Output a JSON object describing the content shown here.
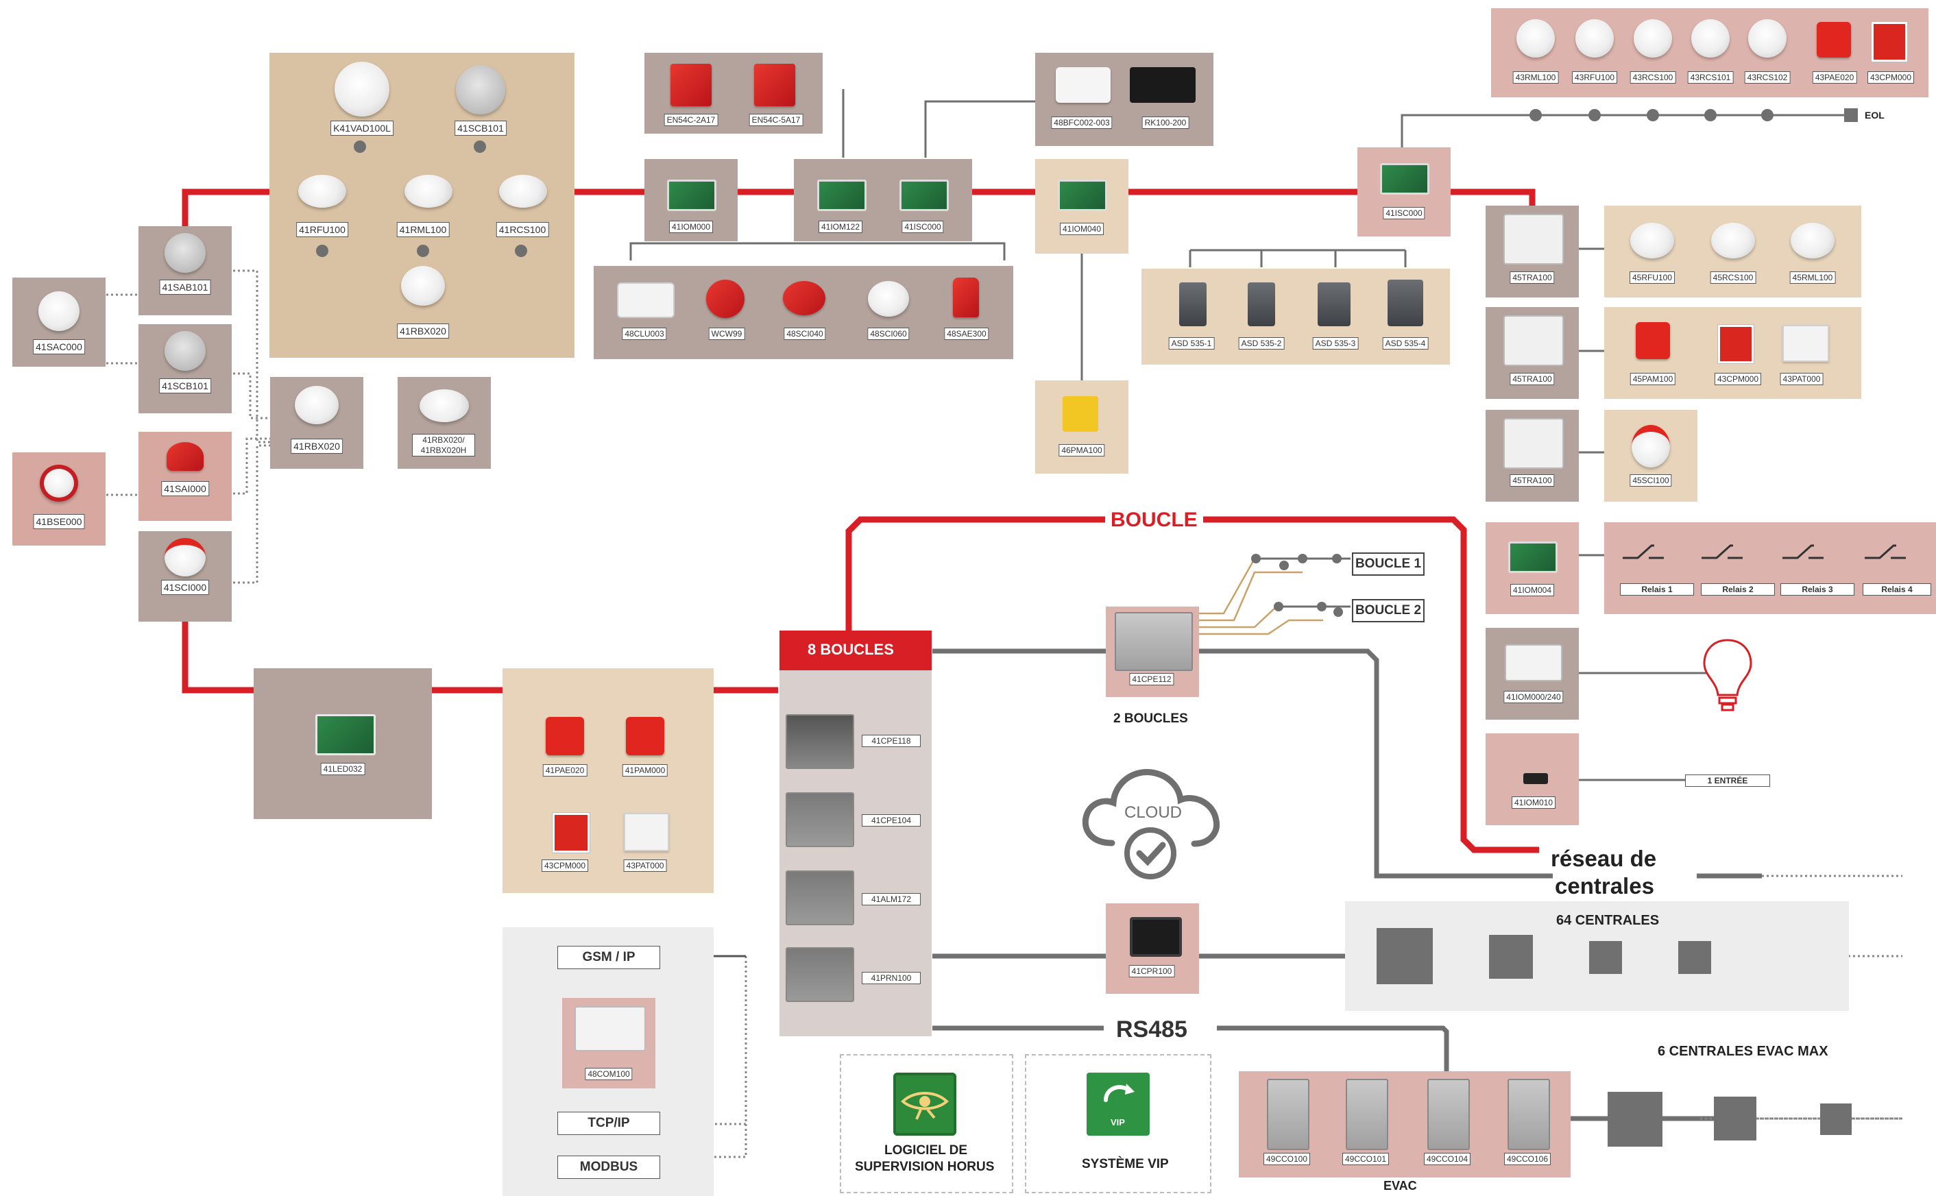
{
  "labels": {
    "k41vad100l": "K41VAD100L",
    "scb101_top": "41SCB101",
    "rfu100": "41RFU100",
    "rml100": "41RML100",
    "rcs100": "41RCS100",
    "rbx020_top": "41RBX020",
    "sab101": "41SAB101",
    "scb101_left": "41SCB101",
    "sac000": "41SAC000",
    "sai000": "41SAI000",
    "bse000": "41BSE000",
    "sci000": "41SCI000",
    "rbx020_mid": "41RBX020",
    "rbx020h_1": "41RBX020/",
    "rbx020h_2": "41RBX020H",
    "en54c2": "EN54C-2A17",
    "en54c5": "EN54C-5A17",
    "iom000_top": "41IOM000",
    "iom122": "41IOM122",
    "isc000_a": "41ISC000",
    "clu003": "48CLU003",
    "wcw99": "WCW99",
    "sci040": "48SCI040",
    "sci060": "48SCI060",
    "sae300": "48SAE300",
    "bfc002": "48BFC002-003",
    "rk100": "RK100-200",
    "iom040": "41IOM040",
    "asd1": "ASD 535-1",
    "asd2": "ASD 535-2",
    "asd3": "ASD 535-3",
    "asd4": "ASD 535-4",
    "pma100": "46PMA100",
    "isc000_b": "41ISC000",
    "r43rml100": "43RML100",
    "r43rfu100": "43RFU100",
    "r43rcs100": "43RCS100",
    "r43rcs101": "43RCS101",
    "r43rcs102": "43RCS102",
    "r43pae020": "43PAE020",
    "r43cpm000": "43CPM000",
    "eol": "EOL",
    "tra100_a": "45TRA100",
    "rfu45": "45RFU100",
    "rcs45": "45RCS100",
    "rml45": "45RML100",
    "tra100_b": "45TRA100",
    "pam45": "45PAM100",
    "cpm43b": "43CPM000",
    "pat43b": "43PAT000",
    "tra100_c": "45TRA100",
    "sci45": "45SCI100",
    "iom004": "41IOM004",
    "relais1": "Relais 1",
    "relais2": "Relais 2",
    "relais3": "Relais 3",
    "relais4": "Relais 4",
    "iom000_240": "41IOM000/240",
    "iom010": "41IOM010",
    "entree": "1 ENTRÉE",
    "boucle1": "BOUCLE 1",
    "boucle2": "BOUCLE 2",
    "cpe112": "41CPE112",
    "led032": "41LED032",
    "pae020": "41PAE020",
    "pam000": "41PAM000",
    "cpm000": "43CPM000",
    "pat000": "43PAT000",
    "cpe118": "41CPE118",
    "cpe104": "41CPE104",
    "alm172": "41ALM172",
    "prn100": "41PRN100",
    "cpr100": "41CPR100",
    "gsmip": "GSM / IP",
    "com100": "48COM100",
    "tcpip": "TCP/IP",
    "modbus": "MODBUS",
    "cco100": "49CCO100",
    "cco101": "49CCO101",
    "cco104": "49CCO104",
    "cco106": "49CCO106"
  },
  "titles": {
    "boucle": "BOUCLE",
    "huit_boucles": "8 BOUCLES",
    "deux_boucles": "2 BOUCLES",
    "cloud": "CLOUD",
    "reseau_1": "réseau de",
    "reseau_2": "centrales",
    "centrales64": "64 CENTRALES",
    "rs485": "RS485",
    "evac_max": "6 CENTRALES EVAC MAX",
    "evac": "EVAC",
    "horus_1": "LOGICIEL DE",
    "horus_2": "SUPERVISION HORUS",
    "vip": "SYSTÈME VIP",
    "vip_badge": "VIP"
  },
  "colors": {
    "loop_red": "#d81f26",
    "wire_gray": "#6f6f6f",
    "panel_beige": "#e8d4bb",
    "panel_pink": "#ddb4ad",
    "panel_taupe": "#b4a39c",
    "horus_green": "#2d8a3a"
  }
}
